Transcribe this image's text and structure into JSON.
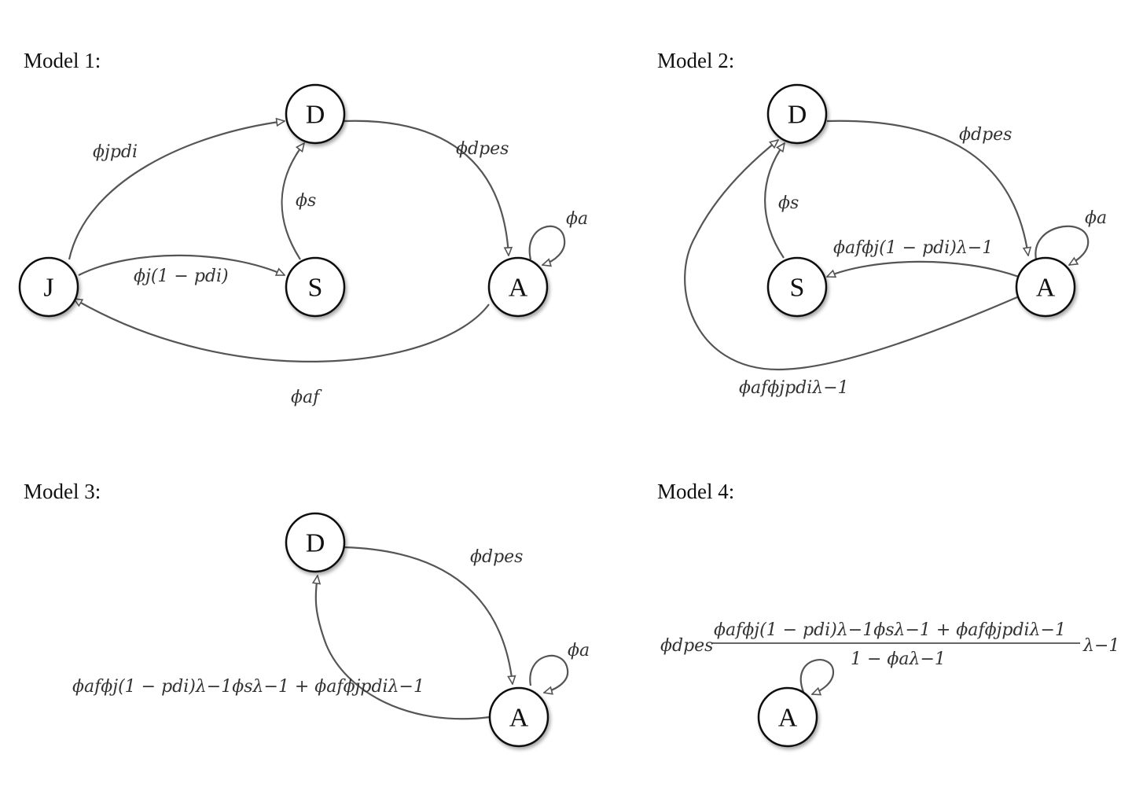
{
  "models": {
    "m1": {
      "title": "Model 1:"
    },
    "m2": {
      "title": "Model 2:"
    },
    "m3": {
      "title": "Model 3:"
    },
    "m4": {
      "title": "Model 4:"
    }
  },
  "nodes": {
    "J": "J",
    "D": "D",
    "S": "S",
    "A": "A"
  },
  "edge_labels": {
    "m1_j_to_d": "ϕjpdi",
    "m1_d_to_a": "ϕdpes",
    "m1_s_to_d": "ϕs",
    "m1_a_self": "ϕa",
    "m1_j_to_s": "ϕj(1 − pdi)",
    "m1_a_to_j": "ϕaf",
    "m2_d_to_a": "ϕdpes",
    "m2_s_to_d": "ϕs",
    "m2_a_self": "ϕa",
    "m2_a_to_s": "ϕafϕj(1 − pdi)λ−1",
    "m2_a_to_d": "ϕafϕjpdiλ−1",
    "m3_d_to_a": "ϕdpes",
    "m3_a_self": "ϕa",
    "m3_a_to_d": "ϕafϕj(1 − pdi)λ−1ϕsλ−1 + ϕafϕjpdiλ−1",
    "m4_prefix": "ϕdpes",
    "m4_numerator": "ϕafϕj(1 − pdi)λ−1ϕsλ−1 + ϕafϕjpdiλ−1",
    "m4_denominator": "1 − ϕaλ−1",
    "m4_suffix": "λ−1"
  }
}
